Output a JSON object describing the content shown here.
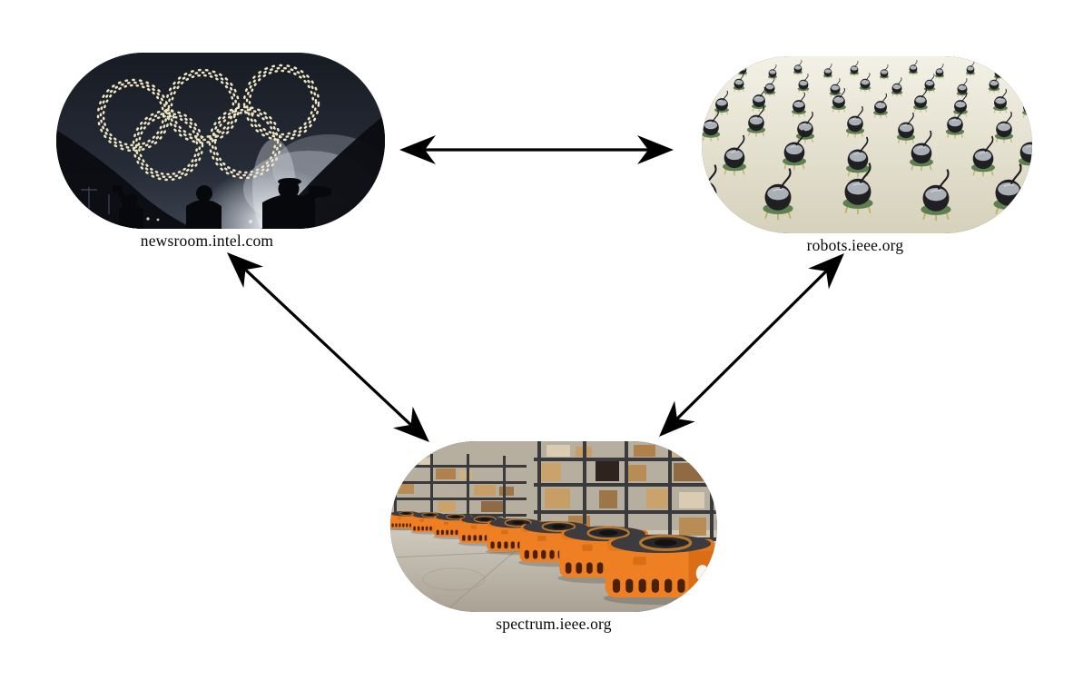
{
  "figure": {
    "background": "#ffffff",
    "arrow": {
      "color": "#000000",
      "style": "double-headed"
    },
    "nodes": {
      "intel": {
        "label": "newsroom.intel.com",
        "image": "drone-light-show-olympic-rings",
        "image_description": "Night sky with Olympic rings formed by glowing drone dots above spectator silhouettes and floodlight fog"
      },
      "robots": {
        "label": "robots.ieee.org",
        "image": "kilobot-swarm",
        "image_description": "Dense swarm of small black kilobot robots with silver battery tops and green circuit bases on a pale floor"
      },
      "spectrum": {
        "label": "spectrum.ieee.org",
        "image": "kiva-warehouse-robots",
        "image_description": "Receding row of orange Kiva warehouse robots on a concrete floor beside metal shelving with boxes"
      }
    },
    "edges": [
      {
        "from": "newsroom.intel.com",
        "to": "robots.ieee.org",
        "bidirectional": true
      },
      {
        "from": "newsroom.intel.com",
        "to": "spectrum.ieee.org",
        "bidirectional": true
      },
      {
        "from": "robots.ieee.org",
        "to": "spectrum.ieee.org",
        "bidirectional": true
      }
    ],
    "palette": {
      "caption_text": "#070707",
      "intel_sky": "#1b1f27",
      "drone_dot": "#ede4c2",
      "kilobot_floor": "#e7e2d0",
      "kilobot_body": "#202024",
      "kilobot_battery": "#aab0b6",
      "kilobot_pcb": "#5c8050",
      "warehouse_floor": "#c2bbae",
      "shelf_metal": "#3a393c",
      "cardboard": "#c79e66",
      "kiva_orange": "#ee7f23"
    }
  }
}
